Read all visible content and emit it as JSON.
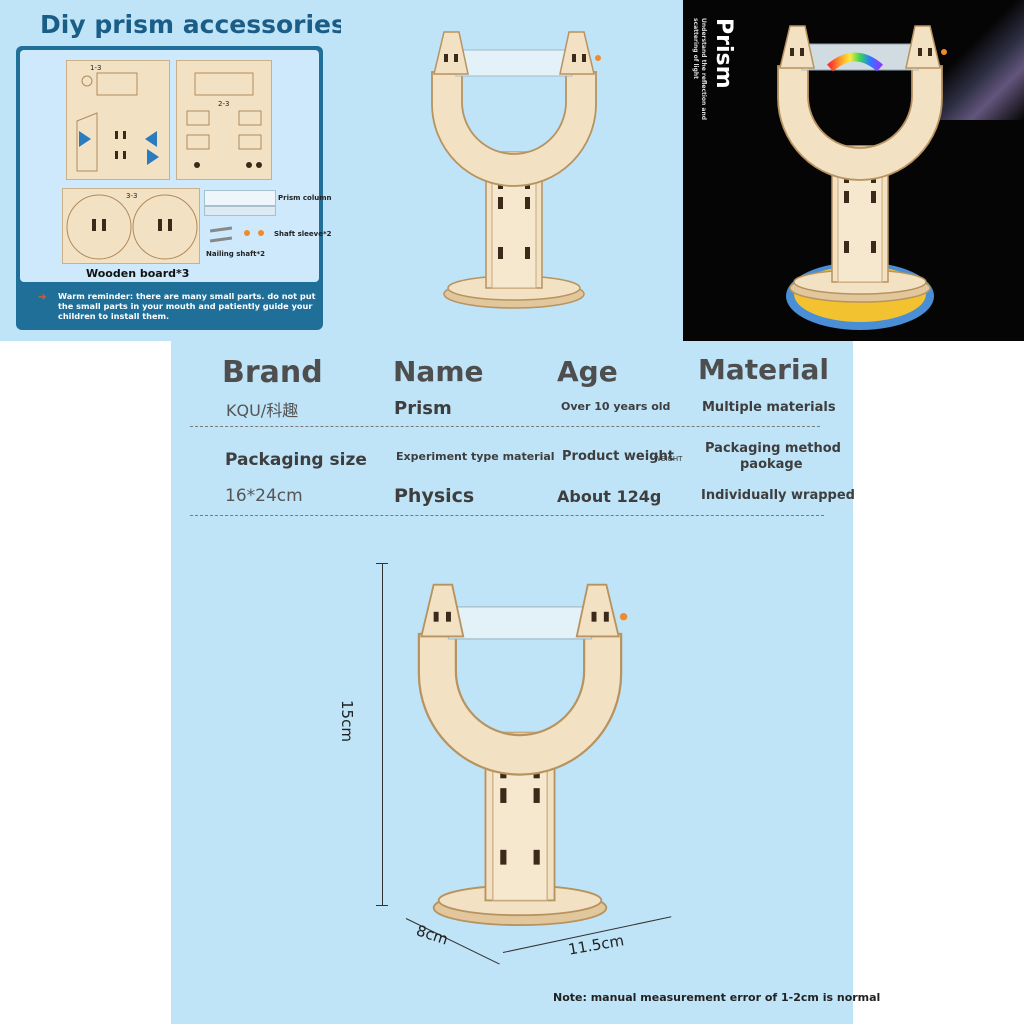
{
  "accessories": {
    "title": "Diy prism accessories",
    "board_codes": [
      "1-3",
      "2-3",
      "3-3"
    ],
    "prism_column": "Prism column",
    "shaft_sleeve": "Shaft sleeve*2",
    "nailing_shaft": "Nailing shaft*2",
    "wooden_board": "Wooden board*3",
    "warning": "Warm reminder: there are many small parts. do not put the small parts in your mouth and patiently guide your children to install them."
  },
  "hero": {
    "title": "Prism",
    "subtitle_line1": "Understand the reflection and",
    "subtitle_line2": "scattering of light"
  },
  "specs": {
    "brand_label": "Brand",
    "brand_value": "KQU/科趣",
    "name_label": "Name",
    "name_value": "Prism",
    "age_label": "Age",
    "age_value": "Over 10 years old",
    "material_label": "Material",
    "material_value": "Multiple materials",
    "packaging_size_label": "Packaging size",
    "packaging_size_value": "16*24cm",
    "experiment_label": "Experiment type material",
    "experiment_value": "Physics",
    "weight_label": "Product weight",
    "weight_tag": "WEIGHT",
    "weight_value": "About 124g",
    "packaging_method_label_1": "Packaging method",
    "packaging_method_label_2": "paokage",
    "packaging_method_value": "Individually wrapped"
  },
  "dimensions": {
    "height": "15cm",
    "depth": "8cm",
    "width": "11.5cm",
    "note": "Note: manual measurement error of 1-2cm is normal"
  },
  "colors": {
    "panel_blue": "#bfe3f7",
    "title_blue": "#1a5d86",
    "wood": "#f3e1c3",
    "wood_edge": "#c9a97c",
    "dark_bg": "#050505",
    "base_yellow": "#f2c230",
    "base_ring": "#4a8fd6"
  }
}
